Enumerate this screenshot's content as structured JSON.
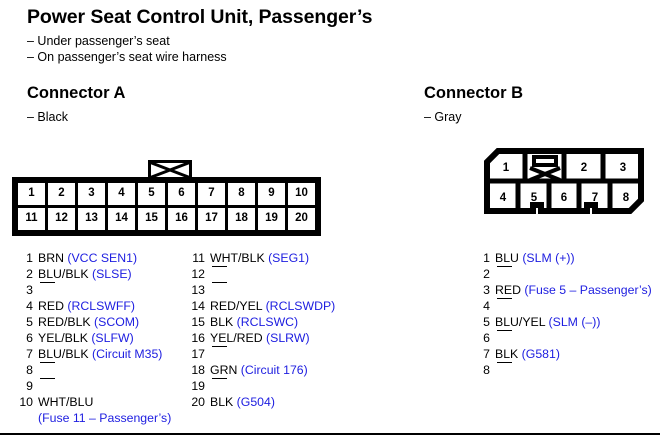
{
  "page": {
    "title": "Power Seat Control Unit, Passenger’s",
    "location_notes": [
      "– Under passenger’s seat",
      "– On passenger’s seat wire harness"
    ],
    "circuit_color": "#1d1de0"
  },
  "connector_a": {
    "heading": "Connector A",
    "color_note": "– Black",
    "latch_icon": "latch-bowtie-icon",
    "pin_count": 20,
    "top_row": [
      "1",
      "2",
      "3",
      "4",
      "5",
      "6",
      "7",
      "8",
      "9",
      "10"
    ],
    "bottom_row": [
      "11",
      "12",
      "13",
      "14",
      "15",
      "16",
      "17",
      "18",
      "19",
      "20"
    ],
    "pins_left": [
      {
        "num": "1",
        "wire": "BRN",
        "circuit": "(VCC SEN1)"
      },
      {
        "num": "2",
        "wire": "BLU/BLK",
        "circuit": "(SLSE)"
      },
      {
        "num": "3",
        "wire": "",
        "circuit": ""
      },
      {
        "num": "4",
        "wire": "RED",
        "circuit": "(RCLSWFF)"
      },
      {
        "num": "5",
        "wire": "RED/BLK",
        "circuit": "(SCOM)"
      },
      {
        "num": "6",
        "wire": "YEL/BLK",
        "circuit": "(SLFW)"
      },
      {
        "num": "7",
        "wire": "BLU/BLK",
        "circuit": "(Circuit M35)"
      },
      {
        "num": "8",
        "wire": "",
        "circuit": ""
      },
      {
        "num": "9",
        "wire": "",
        "circuit": ""
      },
      {
        "num": "10",
        "wire": "WHT/BLU",
        "circuit": "",
        "circuit_second_line": "(Fuse 11 – Passenger’s)"
      }
    ],
    "pins_right": [
      {
        "num": "11",
        "wire": "WHT/BLK",
        "circuit": "(SEG1)"
      },
      {
        "num": "12",
        "wire": "",
        "circuit": ""
      },
      {
        "num": "13",
        "wire": "",
        "circuit": ""
      },
      {
        "num": "14",
        "wire": "RED/YEL",
        "circuit": "(RCLSWDP)"
      },
      {
        "num": "15",
        "wire": "BLK",
        "circuit": "(RCLSWC)"
      },
      {
        "num": "16",
        "wire": "YEL/RED",
        "circuit": "(SLRW)"
      },
      {
        "num": "17",
        "wire": "",
        "circuit": ""
      },
      {
        "num": "18",
        "wire": "GRN",
        "circuit": "(Circuit 176)"
      },
      {
        "num": "19",
        "wire": "",
        "circuit": ""
      },
      {
        "num": "20",
        "wire": "BLK",
        "circuit": "(G504)"
      }
    ]
  },
  "connector_b": {
    "heading": "Connector B",
    "color_note": "– Gray",
    "latch_icon": "latch-bowtie-icon",
    "pin_count": 8,
    "top_row": [
      "1",
      "2",
      "3"
    ],
    "bottom_row": [
      "4",
      "5",
      "6",
      "7",
      "8"
    ],
    "pins": [
      {
        "num": "1",
        "wire": "BLU",
        "circuit": "(SLM (+))"
      },
      {
        "num": "2",
        "wire": "",
        "circuit": ""
      },
      {
        "num": "3",
        "wire": "RED",
        "circuit": "(Fuse 5 – Passenger’s)"
      },
      {
        "num": "4",
        "wire": "",
        "circuit": ""
      },
      {
        "num": "5",
        "wire": "BLU/YEL",
        "circuit": "(SLM (–))"
      },
      {
        "num": "6",
        "wire": "",
        "circuit": ""
      },
      {
        "num": "7",
        "wire": "BLK",
        "circuit": "(G581)"
      },
      {
        "num": "8",
        "wire": "",
        "circuit": ""
      }
    ]
  }
}
